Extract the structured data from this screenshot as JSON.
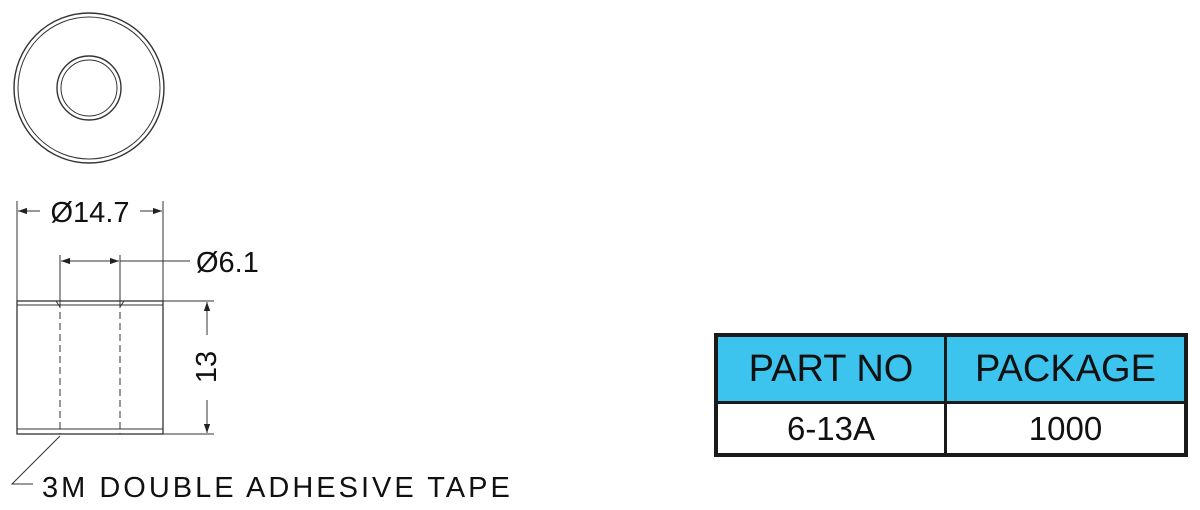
{
  "dimensions": {
    "outer_diameter": "Ø14.7",
    "inner_diameter": "Ø6.1",
    "height": "13"
  },
  "note": "3M DOUBLE ADHESIVE TAPE",
  "table": {
    "headers": [
      "PART NO",
      "PACKAGE"
    ],
    "rows": [
      [
        "6-13A",
        "1000"
      ]
    ]
  },
  "colors": {
    "header_fill": "#3cc3ee",
    "line": "#1a1a1a"
  }
}
